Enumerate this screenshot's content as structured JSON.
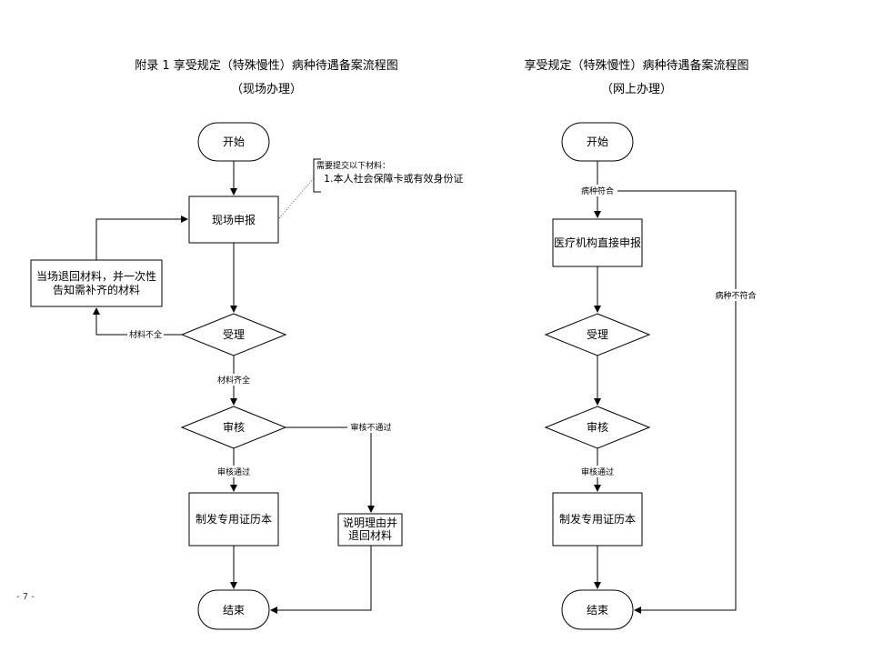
{
  "left": {
    "title": "附录 1  享受规定（特殊慢性）病种待遇备案流程图",
    "subtitle": "（现场办理）",
    "start": "开始",
    "apply": "现场申报",
    "note_heading": "需要提交以下材料：",
    "note_item": "1.本人社会保障卡或有效身份证",
    "return_line1": "当场退回材料，并一次性",
    "return_line2": "告知需补齐的材料",
    "accept": "受理",
    "incomplete": "材料不全",
    "complete": "材料齐全",
    "review": "审核",
    "rejected": "审核不通过",
    "passed": "审核通过",
    "issue": "制发专用证历本",
    "explain_line1": "说明理由并",
    "explain_line2": "退回材料",
    "end": "结束"
  },
  "right": {
    "title": "享受规定（特殊慢性）病种待遇备案流程图",
    "subtitle": "（网上办理）",
    "start": "开始",
    "eligible": "病种符合",
    "ineligible": "病种不符合",
    "apply": "医疗机构直接申报",
    "accept": "受理",
    "review": "审核",
    "passed": "审核通过",
    "issue": "制发专用证历本",
    "end": "结束"
  },
  "page_number": "- 7 -"
}
